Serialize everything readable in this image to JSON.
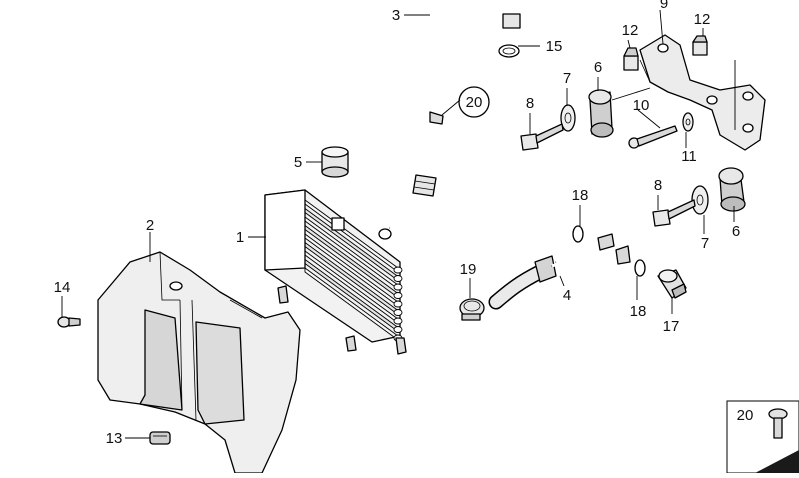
{
  "callouts": {
    "c1": "1",
    "c2": "2",
    "c3": "3",
    "c4": "4",
    "c5": "5",
    "c6a": "6",
    "c6b": "6",
    "c7a": "7",
    "c7b": "7",
    "c8a": "8",
    "c8b": "8",
    "c9": "9",
    "c10": "10",
    "c11": "11",
    "c12a": "12",
    "c12b": "12",
    "c13": "13",
    "c14": "14",
    "c15": "15",
    "c17": "17",
    "c18a": "18",
    "c18b": "18",
    "c19": "19",
    "c20": "20"
  },
  "inset": {
    "label": "20"
  },
  "colors": {
    "line": "#000000",
    "part_fill": "#ededed",
    "shade": "#c9c9c9",
    "dark": "#222222"
  }
}
